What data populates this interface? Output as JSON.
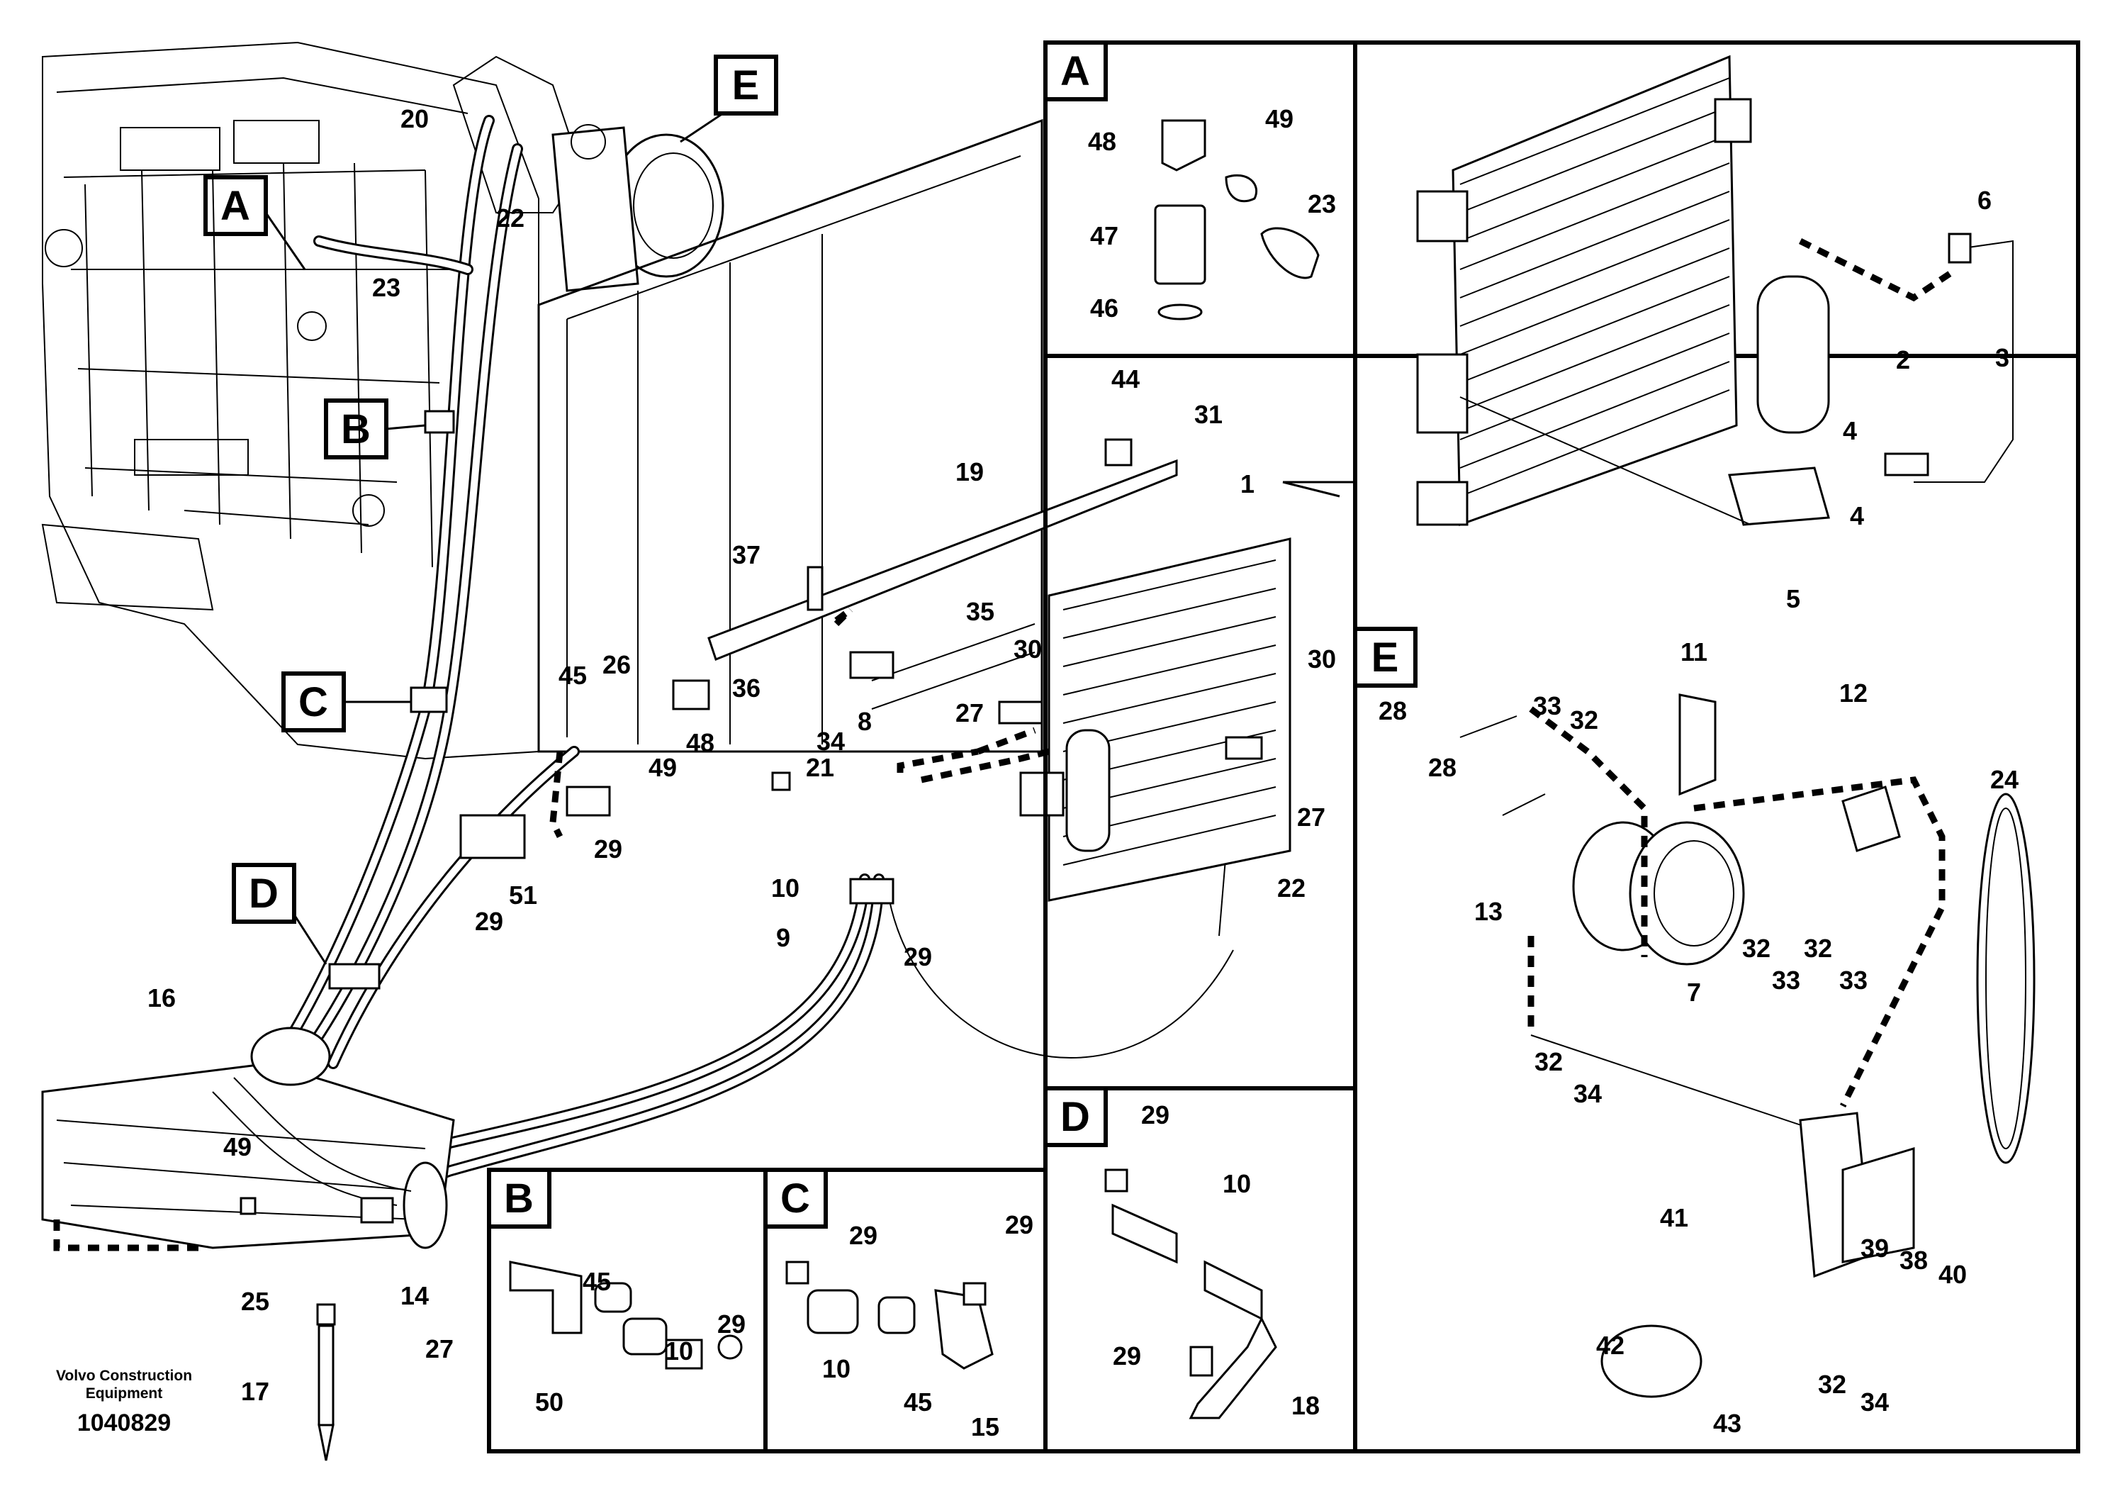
{
  "footer": {
    "manufacturer": "Volvo Construction Equipment",
    "drawing_number": "1040829"
  },
  "detail_boxes": {
    "A": "A",
    "B": "B",
    "C": "C",
    "D": "D",
    "E": "E"
  },
  "callouts": [
    {
      "id": "c1",
      "text": "1"
    },
    {
      "id": "c2",
      "text": "2"
    },
    {
      "id": "c3",
      "text": "3"
    },
    {
      "id": "c4a",
      "text": "4"
    },
    {
      "id": "c4b",
      "text": "4"
    },
    {
      "id": "c5",
      "text": "5"
    },
    {
      "id": "c6",
      "text": "6"
    },
    {
      "id": "c7",
      "text": "7"
    },
    {
      "id": "c8",
      "text": "8"
    },
    {
      "id": "c9",
      "text": "9"
    },
    {
      "id": "c10a",
      "text": "10"
    },
    {
      "id": "c10b",
      "text": "10"
    },
    {
      "id": "c10c",
      "text": "10"
    },
    {
      "id": "c10d",
      "text": "10"
    },
    {
      "id": "c11",
      "text": "11"
    },
    {
      "id": "c12",
      "text": "12"
    },
    {
      "id": "c13",
      "text": "13"
    },
    {
      "id": "c14",
      "text": "14"
    },
    {
      "id": "c15",
      "text": "15"
    },
    {
      "id": "c16",
      "text": "16"
    },
    {
      "id": "c17",
      "text": "17"
    },
    {
      "id": "c18",
      "text": "18"
    },
    {
      "id": "c19",
      "text": "19"
    },
    {
      "id": "c20",
      "text": "20"
    },
    {
      "id": "c21",
      "text": "21"
    },
    {
      "id": "c22a",
      "text": "22"
    },
    {
      "id": "c22b",
      "text": "22"
    },
    {
      "id": "c23a",
      "text": "23"
    },
    {
      "id": "c23b",
      "text": "23"
    },
    {
      "id": "c24",
      "text": "24"
    },
    {
      "id": "c25",
      "text": "25"
    },
    {
      "id": "c26",
      "text": "26"
    },
    {
      "id": "c27a",
      "text": "27"
    },
    {
      "id": "c27b",
      "text": "27"
    },
    {
      "id": "c27c",
      "text": "27"
    },
    {
      "id": "c28a",
      "text": "28"
    },
    {
      "id": "c28b",
      "text": "28"
    },
    {
      "id": "c29a",
      "text": "29"
    },
    {
      "id": "c29b",
      "text": "29"
    },
    {
      "id": "c29c",
      "text": "29"
    },
    {
      "id": "c29d",
      "text": "29"
    },
    {
      "id": "c29e",
      "text": "29"
    },
    {
      "id": "c29f",
      "text": "29"
    },
    {
      "id": "c29g",
      "text": "29"
    },
    {
      "id": "c29h",
      "text": "29"
    },
    {
      "id": "c30a",
      "text": "30"
    },
    {
      "id": "c30b",
      "text": "30"
    },
    {
      "id": "c31",
      "text": "31"
    },
    {
      "id": "c32a",
      "text": "32"
    },
    {
      "id": "c32b",
      "text": "32"
    },
    {
      "id": "c32c",
      "text": "32"
    },
    {
      "id": "c32d",
      "text": "32"
    },
    {
      "id": "c32e",
      "text": "32"
    },
    {
      "id": "c33a",
      "text": "33"
    },
    {
      "id": "c33b",
      "text": "33"
    },
    {
      "id": "c33c",
      "text": "33"
    },
    {
      "id": "c34a",
      "text": "34"
    },
    {
      "id": "c34b",
      "text": "34"
    },
    {
      "id": "c34c",
      "text": "34"
    },
    {
      "id": "c35",
      "text": "35"
    },
    {
      "id": "c36",
      "text": "36"
    },
    {
      "id": "c37",
      "text": "37"
    },
    {
      "id": "c38",
      "text": "38"
    },
    {
      "id": "c39",
      "text": "39"
    },
    {
      "id": "c40",
      "text": "40"
    },
    {
      "id": "c41",
      "text": "41"
    },
    {
      "id": "c42",
      "text": "42"
    },
    {
      "id": "c43",
      "text": "43"
    },
    {
      "id": "c44",
      "text": "44"
    },
    {
      "id": "c45a",
      "text": "45"
    },
    {
      "id": "c45b",
      "text": "45"
    },
    {
      "id": "c45c",
      "text": "45"
    },
    {
      "id": "c46",
      "text": "46"
    },
    {
      "id": "c47",
      "text": "47"
    },
    {
      "id": "c48a",
      "text": "48"
    },
    {
      "id": "c48b",
      "text": "48"
    },
    {
      "id": "c49a",
      "text": "49"
    },
    {
      "id": "c49b",
      "text": "49"
    },
    {
      "id": "c49c",
      "text": "49"
    },
    {
      "id": "c50",
      "text": "50"
    },
    {
      "id": "c51",
      "text": "51"
    }
  ]
}
